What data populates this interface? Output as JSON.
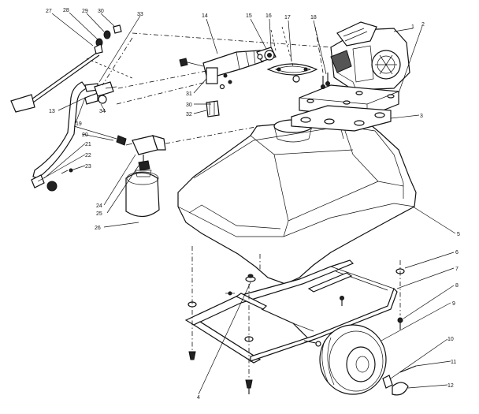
{
  "labels": [
    {
      "id": "1",
      "text": "1"
    },
    {
      "id": "2",
      "text": "2"
    },
    {
      "id": "3",
      "text": "3"
    },
    {
      "id": "4",
      "text": "4"
    },
    {
      "id": "5",
      "text": "5"
    },
    {
      "id": "6",
      "text": "6"
    },
    {
      "id": "7",
      "text": "7"
    },
    {
      "id": "8",
      "text": "8"
    },
    {
      "id": "9",
      "text": "9"
    },
    {
      "id": "10",
      "text": "10"
    },
    {
      "id": "11",
      "text": "11"
    },
    {
      "id": "12",
      "text": "12"
    },
    {
      "id": "13",
      "text": "13"
    },
    {
      "id": "14",
      "text": "14"
    },
    {
      "id": "15",
      "text": "15"
    },
    {
      "id": "16",
      "text": "16"
    },
    {
      "id": "17",
      "text": "17"
    },
    {
      "id": "18",
      "text": "18"
    },
    {
      "id": "19",
      "text": "19"
    },
    {
      "id": "20",
      "text": "20"
    },
    {
      "id": "21",
      "text": "21"
    },
    {
      "id": "22",
      "text": "22"
    },
    {
      "id": "23",
      "text": "23"
    },
    {
      "id": "24",
      "text": "24"
    },
    {
      "id": "25",
      "text": "25"
    },
    {
      "id": "26",
      "text": "26"
    },
    {
      "id": "27",
      "text": "27"
    },
    {
      "id": "28",
      "text": "28"
    },
    {
      "id": "29",
      "text": "29"
    },
    {
      "id": "30a",
      "text": "30"
    },
    {
      "id": "30b",
      "text": "30"
    },
    {
      "id": "31",
      "text": "31"
    },
    {
      "id": "32",
      "text": "32"
    },
    {
      "id": "33",
      "text": "33"
    },
    {
      "id": "34",
      "text": "34"
    }
  ]
}
